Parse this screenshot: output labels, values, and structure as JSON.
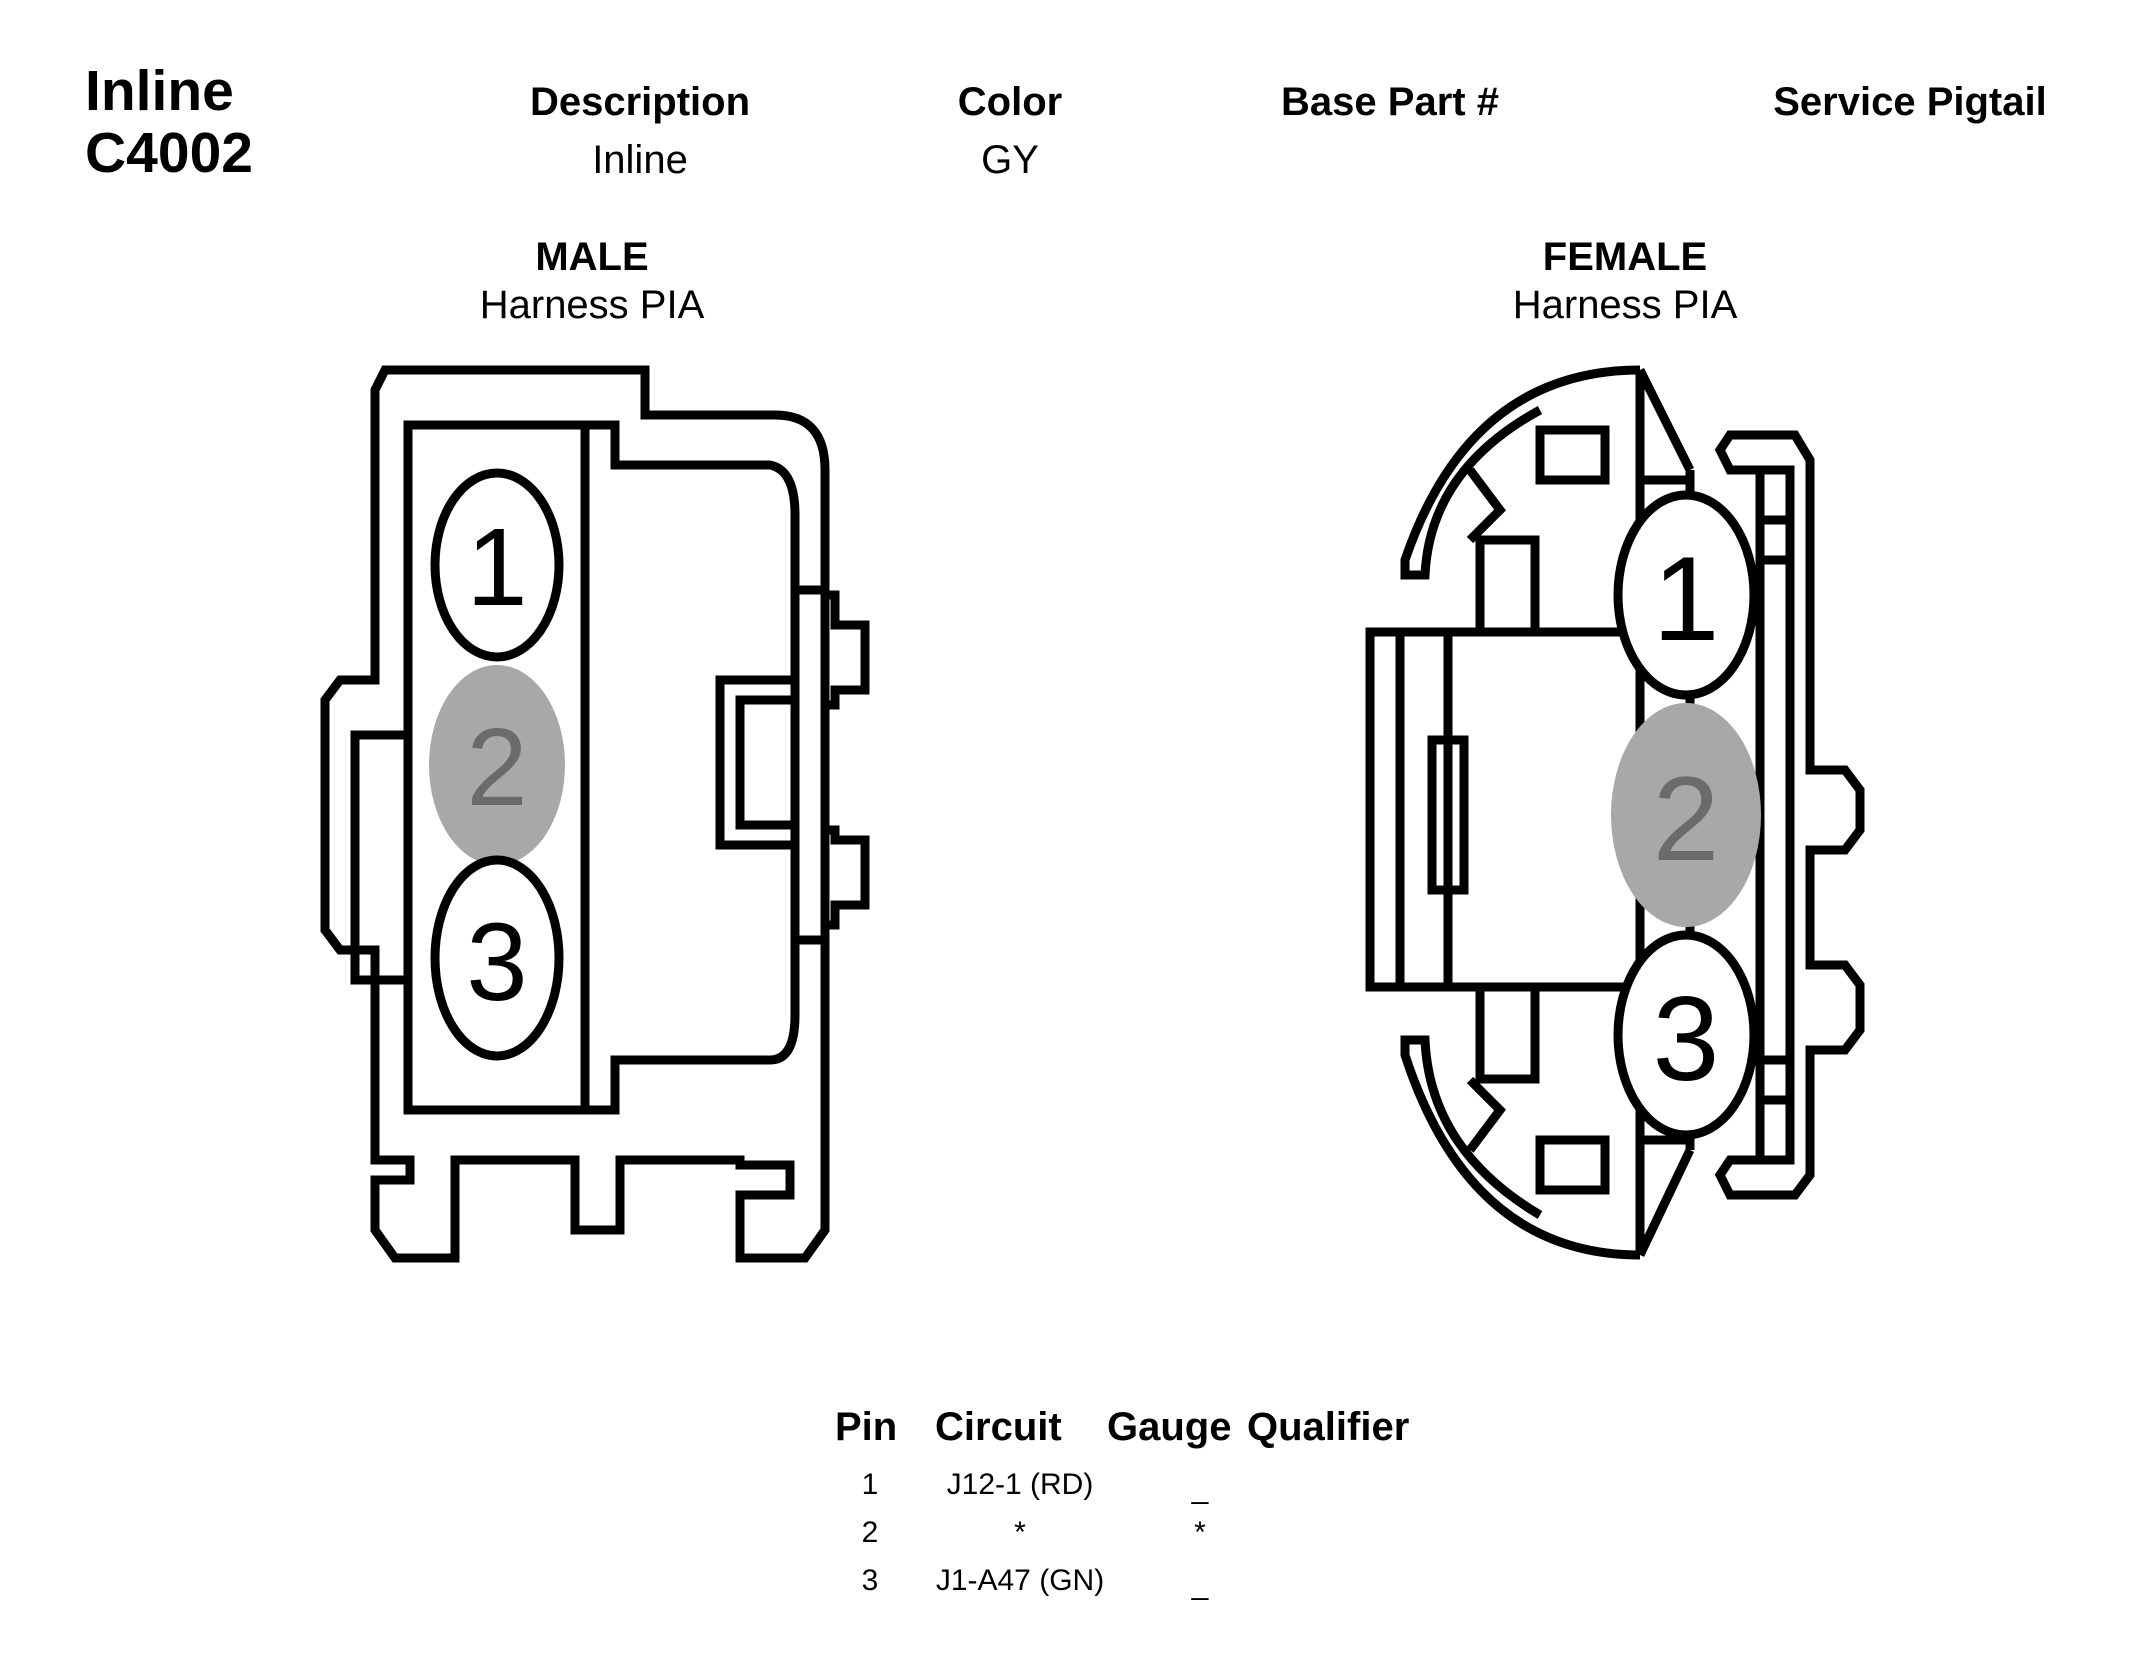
{
  "connector": {
    "title_line1": "Inline",
    "title_line2": "C4002"
  },
  "header": {
    "description_label": "Description",
    "description_value": "Inline",
    "color_label": "Color",
    "color_value": "GY",
    "base_part_label": "Base Part #",
    "service_pigtail_label": "Service Pigtail"
  },
  "male": {
    "title": "MALE",
    "subtitle": "Harness PIA",
    "pins": [
      "1",
      "2",
      "3"
    ]
  },
  "female": {
    "title": "FEMALE",
    "subtitle": "Harness PIA",
    "pins": [
      "1",
      "2",
      "3"
    ]
  },
  "pin_table": {
    "headers": [
      "Pin",
      "Circuit",
      "Gauge",
      "Qualifier"
    ],
    "rows": [
      {
        "pin": "1",
        "circuit": "J12-1 (RD)",
        "gauge": "_"
      },
      {
        "pin": "2",
        "circuit": "*",
        "gauge": "*"
      },
      {
        "pin": "3",
        "circuit": "J1-A47 (GN)",
        "gauge": "_"
      }
    ]
  },
  "colors": {
    "highlight_pin": "#a8a8a8",
    "highlight_text": "#6b6b6b",
    "line": "#000000"
  }
}
